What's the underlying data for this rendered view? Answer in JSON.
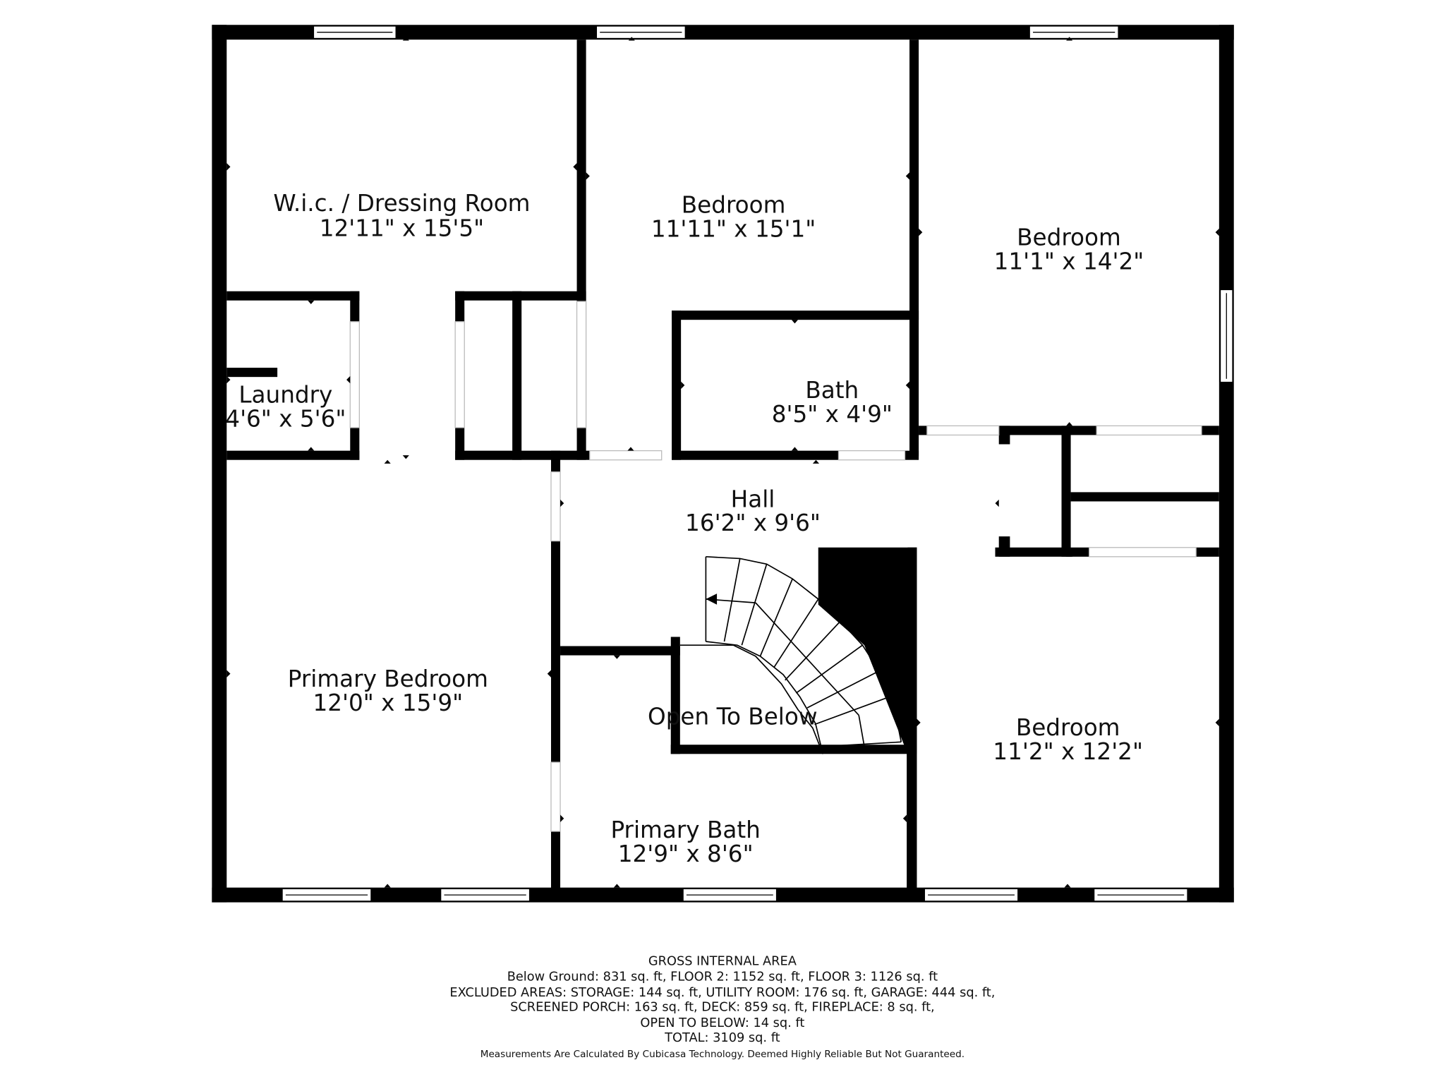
{
  "colors": {
    "wall": "#000000",
    "background": "#ffffff",
    "text": "#111111"
  },
  "rooms": {
    "wic": {
      "name": "W.i.c. / Dressing Room",
      "dims": "12'11\" x 15'5\""
    },
    "bedroom_center": {
      "name": "Bedroom",
      "dims": "11'11\" x 15'1\""
    },
    "bedroom_ne": {
      "name": "Bedroom",
      "dims": "11'1\" x 14'2\""
    },
    "laundry": {
      "name": "Laundry",
      "dims": "4'6\" x 5'6\""
    },
    "bath": {
      "name": "Bath",
      "dims": "8'5\" x 4'9\""
    },
    "hall": {
      "name": "Hall",
      "dims": "16'2\" x 9'6\""
    },
    "primary_bedroom": {
      "name": "Primary Bedroom",
      "dims": "12'0\" x 15'9\""
    },
    "open_to_below": {
      "name": "Open To Below"
    },
    "bedroom_se": {
      "name": "Bedroom",
      "dims": "11'2\" x 12'2\""
    },
    "primary_bath": {
      "name": "Primary Bath",
      "dims": "12'9\" x 8'6\""
    }
  },
  "footer": {
    "lines": [
      "GROSS INTERNAL AREA",
      "Below Ground: 831 sq. ft, FLOOR 2: 1152 sq. ft, FLOOR 3: 1126 sq. ft",
      "EXCLUDED AREAS: STORAGE: 144 sq. ft, UTILITY ROOM: 176 sq. ft, GARAGE: 444 sq. ft,",
      "SCREENED PORCH: 163 sq. ft, DECK: 859 sq. ft, FIREPLACE: 8 sq. ft,",
      "OPEN TO BELOW: 14 sq. ft",
      "TOTAL: 3109 sq. ft"
    ],
    "disclaimer": "Measurements Are Calculated By Cubicasa Technology. Deemed Highly Reliable But Not Guaranteed."
  }
}
